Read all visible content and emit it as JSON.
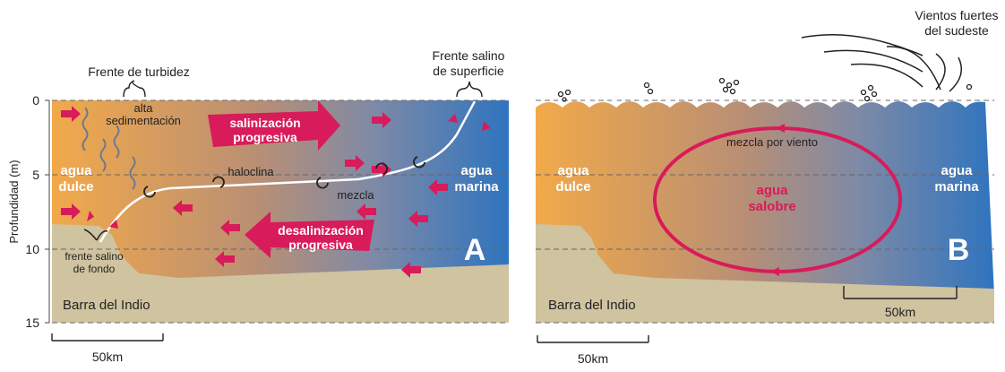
{
  "y_axis": {
    "label": "Profundidad (m)",
    "ticks": [
      "0",
      "5",
      "10",
      "15"
    ]
  },
  "panel_a": {
    "letter": "A",
    "fresh_water": [
      "agua",
      "dulce"
    ],
    "sea_water": [
      "agua",
      "marina"
    ],
    "turbidity_front": "Frente de turbidez",
    "high_sedimentation": [
      "alta",
      "sedimentación"
    ],
    "surface_front": [
      "Frente salino",
      "de superficie"
    ],
    "bottom_front": [
      "frente salino",
      "de fondo"
    ],
    "salinization": [
      "salinización",
      "progresiva"
    ],
    "desalinization": [
      "desalinización",
      "progresiva"
    ],
    "halocline": "haloclina",
    "mixing": "mezcla",
    "bar": "Barra del Indio",
    "scale": "50km"
  },
  "panel_b": {
    "letter": "B",
    "fresh_water": [
      "agua",
      "dulce"
    ],
    "sea_water": [
      "agua",
      "marina"
    ],
    "brackish_water": [
      "agua",
      "salobre"
    ],
    "wind_mixing": "mezcla por viento",
    "strong_winds": [
      "Vientos fuertes",
      "del sudeste"
    ],
    "bar": "Barra del Indio",
    "scale_bottom": "50km",
    "scale_inner": "50km"
  },
  "colors": {
    "fresh": "#f2a94a",
    "mid": "#9f8c8f",
    "marine": "#2f74bf",
    "sediment": "#cfc3a0",
    "accent": "#d81b5a"
  }
}
